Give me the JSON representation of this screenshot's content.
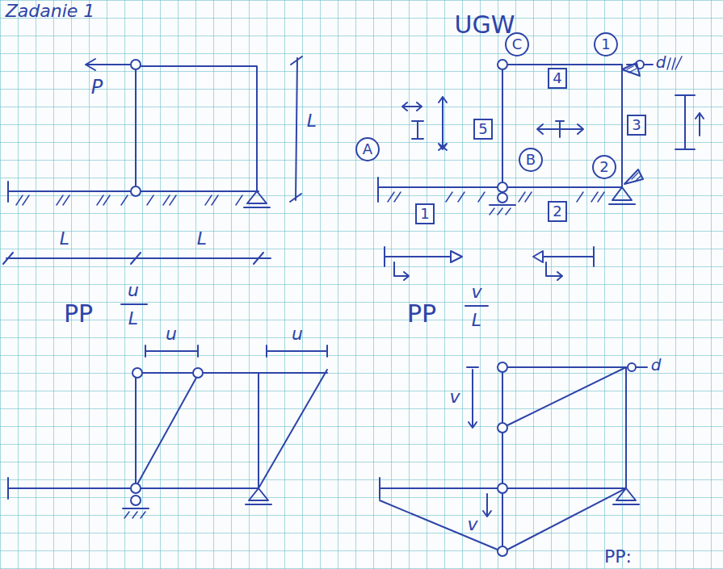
{
  "diagram": {
    "title": "Zadanie 1",
    "nodes": [
      {
        "text": [
          "C"
        ]
      },
      {
        "text": [
          "1"
        ]
      },
      {
        "text": [
          "4"
        ]
      },
      {
        "text": [
          "5"
        ]
      },
      {
        "text": [
          "3"
        ]
      },
      {
        "text": [
          "A"
        ]
      },
      {
        "text": [
          "B"
        ]
      },
      {
        "text": [
          "2"
        ]
      },
      {
        "text": [
          "2"
        ]
      },
      {
        "text": [
          "1"
        ]
      }
    ],
    "labels": [
      "P",
      "L",
      "L",
      "L",
      "UGW",
      "d",
      "PP",
      "u",
      "L",
      "u",
      "u",
      "PP",
      "v",
      "L",
      "d",
      "v",
      "v",
      "PP:"
    ]
  }
}
